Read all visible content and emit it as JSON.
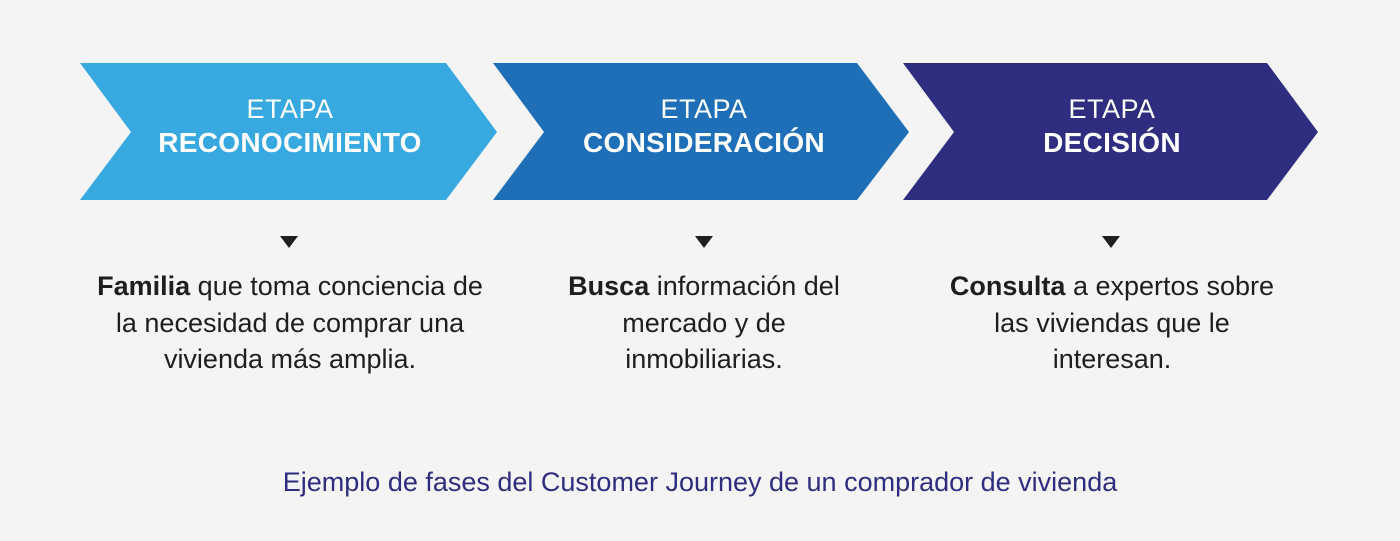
{
  "colors": {
    "background": "#f4f4f4",
    "stage_1": "#37a8e0",
    "stage_2": "#1e6fb8",
    "stage_3": "#2e2d80",
    "body_text": "#1e1e1e",
    "caption_text": "#2e2d7f",
    "stage_text": "#ffffff"
  },
  "stages": [
    {
      "kicker": "ETAPA",
      "name": "RECONOCIMIENTO",
      "description_lead": "Familia",
      "description_rest": " que toma conciencia de la necesidad de comprar una vivienda más amplia.",
      "marker_icon": "down-triangle-icon"
    },
    {
      "kicker": "ETAPA",
      "name": "CONSIDERACIÓN",
      "description_lead": "Busca",
      "description_rest": " información del mercado y de inmobiliarias.",
      "marker_icon": "down-triangle-icon"
    },
    {
      "kicker": "ETAPA",
      "name": "DECISIÓN",
      "description_lead": "Consulta",
      "description_rest": " a expertos sobre las viviendas que le interesan.",
      "marker_icon": "down-triangle-icon"
    }
  ],
  "caption": "Ejemplo de fases del Customer Journey de un comprador de vivienda"
}
